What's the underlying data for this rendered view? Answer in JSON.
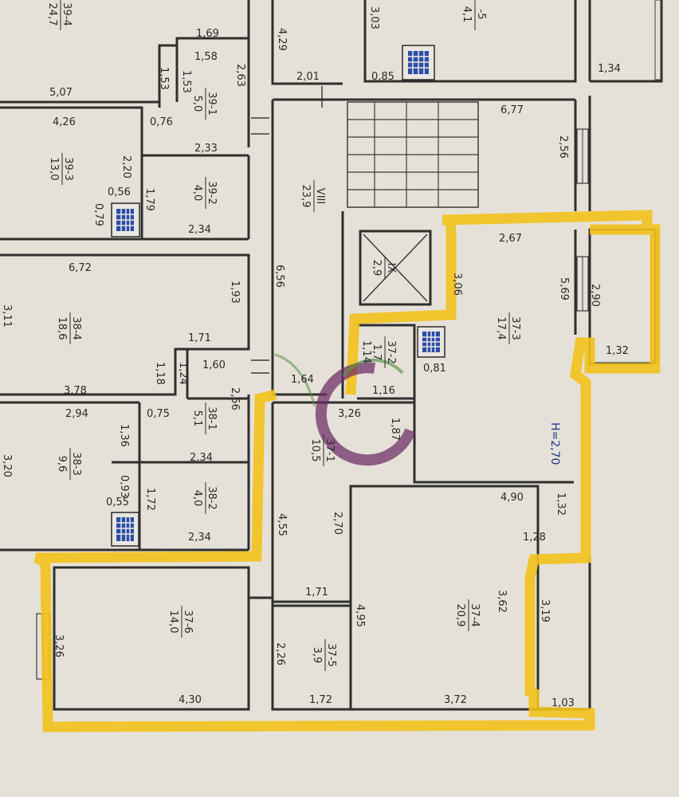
{
  "rooms": [
    {
      "id": "39-4",
      "area": "24,7"
    },
    {
      "id": "39-1",
      "area": "5,0"
    },
    {
      "id": "39-3",
      "area": "13,0"
    },
    {
      "id": "39-2",
      "area": "4,0"
    },
    {
      "id": "VIII",
      "area": "23,9"
    },
    {
      "id": "IX",
      "area": "2,9"
    },
    {
      "id": "38-4",
      "area": "18,6"
    },
    {
      "id": "37-3",
      "area": "17,4"
    },
    {
      "id": "37-2",
      "area": "1,7"
    },
    {
      "id": "38-1",
      "area": "5,1"
    },
    {
      "id": "38-3",
      "area": "9,6"
    },
    {
      "id": "37-1",
      "area": "10,5"
    },
    {
      "id": "38-2",
      "area": "4,0"
    },
    {
      "id": "37-4",
      "area": "20,9"
    },
    {
      "id": "37-6",
      "area": "14,0"
    },
    {
      "id": "37-5",
      "area": "3,9"
    },
    {
      "id": "-5",
      "area": "4,1"
    }
  ],
  "dimensions": [
    "4,29",
    "3,03",
    "1,69",
    "1,58",
    "2,63",
    "1,53",
    "5,07",
    "2,01",
    "0,85",
    "1,34",
    "6,77",
    "4,26",
    "0,76",
    "2,33",
    "2,56",
    "2,20",
    "0,56",
    "0,79",
    "1,79",
    "2,34",
    "2,67",
    "6,72",
    "6,56",
    "3,06",
    "5,69",
    "2,90",
    "1,93",
    "3,11",
    "1,71",
    "1,32",
    "1,60",
    "1,18",
    "1,24",
    "1,14",
    "0,81",
    "1,64",
    "3,78",
    "2,56",
    "1,16",
    "2,94",
    "0,75",
    "3,26",
    "1,36",
    "1,87",
    "3,20",
    "2,34",
    "0,93",
    "0,55",
    "1,72",
    "2,34",
    "4,55",
    "2,70",
    "4,90",
    "1,32",
    "1,28",
    "1,71",
    "3,62",
    "3,19",
    "4,95",
    "3,26",
    "2,26",
    "4,30",
    "1,72",
    "3,72",
    "1,03"
  ],
  "height_note": "H=2,70",
  "colors": {
    "highlight": "#f2c21b",
    "paper": "#e6e1d8",
    "wall": "#2f2f2f",
    "window": "#2a4fa8",
    "logo": "#6b2a63",
    "logo_green": "#4a8a3a"
  },
  "icons": [
    "window-icon",
    "staircase-icon",
    "elevator-icon",
    "watermark-logo-icon"
  ]
}
